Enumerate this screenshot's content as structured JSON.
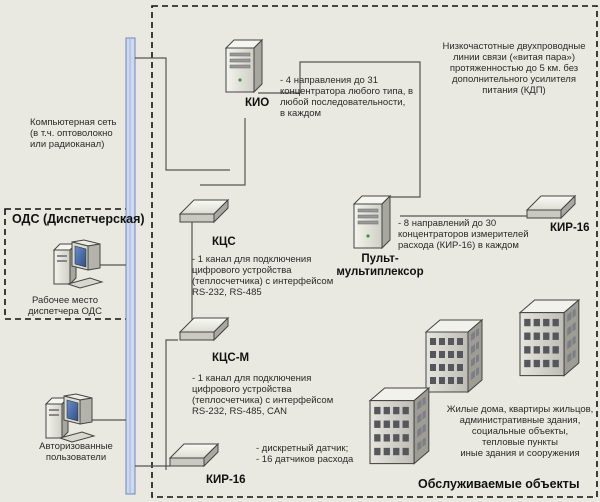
{
  "network": {
    "label": "Компьютерная сеть\n(в т.ч. оптоволокно\nили радиоканал)"
  },
  "ods": {
    "title": "ОДС (Диспетчерская)",
    "workstation_label": "Рабочее место\nдиспетчера ОДС"
  },
  "users": {
    "label": "Авторизованные\nпользователи"
  },
  "kio": {
    "label": "КИО",
    "desc": "- 4 направления до 31\nконцентратора любого типа, в\nлюбой последовательности,\nв каждом"
  },
  "line": {
    "desc": "Низкочастотные двухпроводные\nлинии связи («витая пара»)\nпротяженностью до 5 км. без\nдополнительного усилителя\nпитания (КДП)"
  },
  "kcs": {
    "label": "КЦС",
    "desc": "- 1 канал для подключения\nцифрового устройства\n(теплосчетчика) с интерфейсом\nRS-232, RS-485"
  },
  "kcs_m": {
    "label": "КЦС-М",
    "desc": "- 1 канал для подключения\nцифрового устройства\n(теплосчетчика) с интерфейсом\nRS-232, RS-485, CAN"
  },
  "mux": {
    "label": "Пульт-\nмультиплексор",
    "desc": "- 8 направлений до 30\nконцентраторов измерителей\nрасхода (КИР-16) в каждом"
  },
  "kir_right": {
    "label": "КИР-16"
  },
  "kir_bottom": {
    "label": "КИР-16",
    "desc": "- дискретный датчик;\n- 16 датчиков расхода"
  },
  "objects": {
    "title": "Обслуживаемые объекты",
    "desc": "Жилые дома, квартиры жильцов,\nадминистративные здания,\nсоциальные объекты,\nтепловые пункты\nиные здания и сооружения"
  },
  "colors": {
    "background": "#e9e9e1",
    "bus_fill": "#cdd9ef",
    "bus_stroke": "#6f86b8",
    "line": "#555555",
    "dashed": "#111111"
  },
  "icons": [
    "server-icon",
    "workstation-icon",
    "concentrator-icon",
    "building-icon"
  ]
}
